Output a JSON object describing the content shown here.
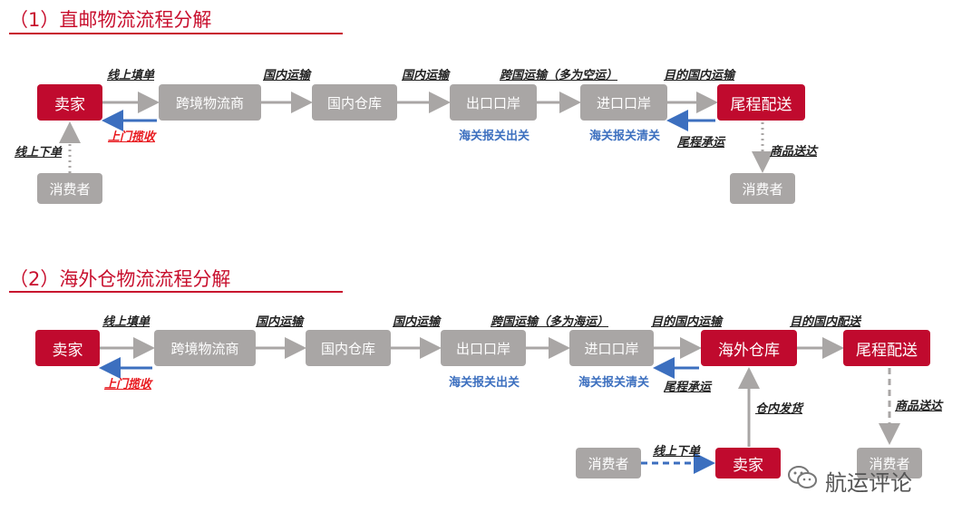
{
  "section1": {
    "title": "（1）直邮物流流程分解",
    "nodes": {
      "seller": "卖家",
      "forwarder": "跨境物流商",
      "warehouse": "国内仓库",
      "export_port": "出口口岸",
      "import_port": "进口口岸",
      "last_mile": "尾程配送",
      "consumer_left": "消费者",
      "consumer_right": "消费者"
    },
    "labels": {
      "online_fill": "线上填单",
      "pickup": "上门揽收",
      "online_order": "线上下单",
      "domestic1": "国内运输",
      "domestic2": "国内运输",
      "cross_border": "跨国运输（多为空运）",
      "dest_domestic": "目的国内运输",
      "last_mile_carry": "尾程承运",
      "goods_delivery": "商品送达"
    },
    "notes": {
      "customs_export": "海关报关出关",
      "customs_import": "海关报关清关"
    }
  },
  "section2": {
    "title": "（2）海外仓物流流程分解",
    "nodes": {
      "seller": "卖家",
      "forwarder": "跨境物流商",
      "warehouse": "国内仓库",
      "export_port": "出口口岸",
      "import_port": "进口口岸",
      "overseas_wh": "海外仓库",
      "last_mile": "尾程配送",
      "consumer_left": "消费者",
      "seller2": "卖家",
      "consumer_right": "消费者"
    },
    "labels": {
      "online_fill": "线上填单",
      "pickup": "上门揽收",
      "domestic1": "国内运输",
      "domestic2": "国内运输",
      "cross_border": "跨国运输（多为海运）",
      "dest_domestic": "目的国内运输",
      "dest_delivery": "目的国内配送",
      "last_mile_carry": "尾程承运",
      "in_wh_ship": "仓内发货",
      "online_order": "线上下单",
      "goods_delivery": "商品送达"
    },
    "notes": {
      "customs_export": "海关报关出关",
      "customs_import": "海关报关清关"
    }
  },
  "watermark": {
    "text": "航运评论",
    "icon": "wechat-icon"
  },
  "colors": {
    "red": "#c00a2e",
    "gray": "#a9a6a5",
    "blue": "#3c6fbf",
    "label_red": "#e8191e"
  }
}
